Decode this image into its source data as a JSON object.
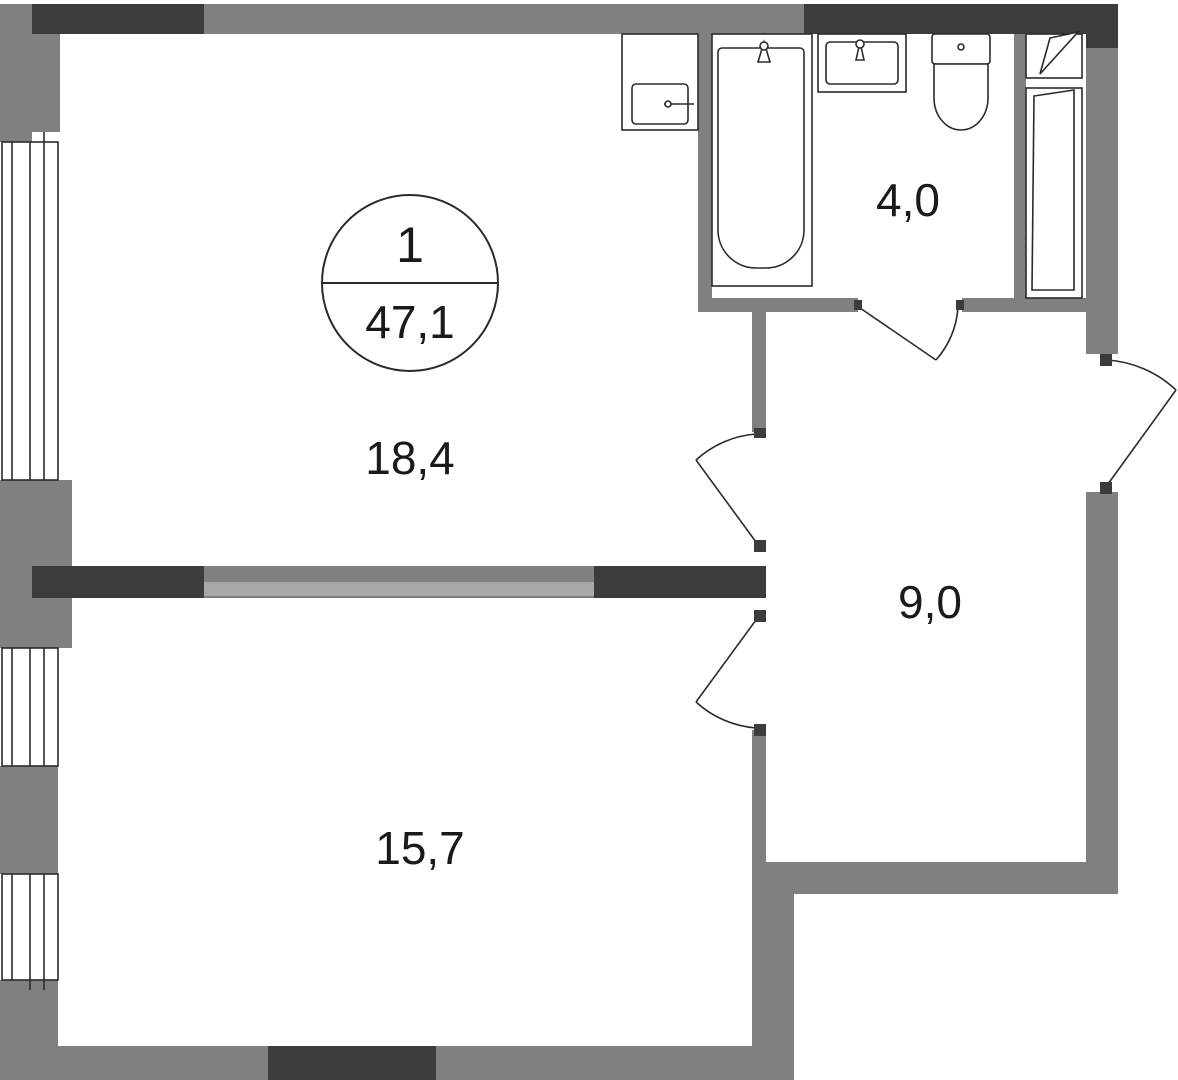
{
  "plan": {
    "rooms": 1,
    "total_area": "47,1",
    "areas": {
      "living_room": "18,4",
      "bedroom": "15,7",
      "hall": "9,0",
      "bathroom": "4,0"
    }
  },
  "colors": {
    "wall": "#808083",
    "wall_dark": "#3c3c3e",
    "line": "#2b2b2b",
    "background": "#ffffff"
  },
  "icons": [
    "bathtub-icon",
    "sink-icon",
    "toilet-icon",
    "washing-machine-icon",
    "kitchen-sink-icon",
    "door-icon",
    "window-icon"
  ]
}
